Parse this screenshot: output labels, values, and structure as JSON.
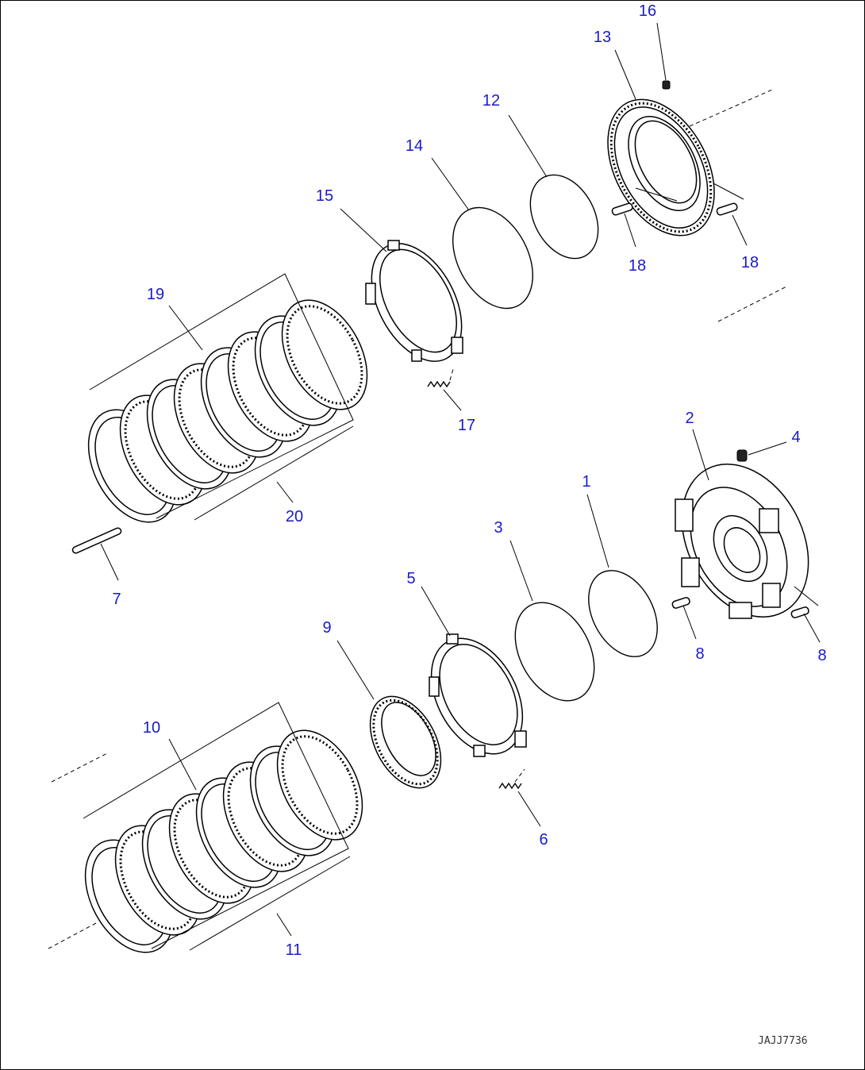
{
  "callouts": [
    "1",
    "2",
    "3",
    "4",
    "5",
    "6",
    "7",
    "8",
    "8",
    "9",
    "10",
    "11",
    "12",
    "13",
    "14",
    "15",
    "16",
    "17",
    "18",
    "18",
    "19",
    "20"
  ],
  "drawing_code": "JAJJ7736",
  "colors": {
    "callout": "#1a1acc",
    "line": "#000000",
    "background": "#ffffff"
  }
}
